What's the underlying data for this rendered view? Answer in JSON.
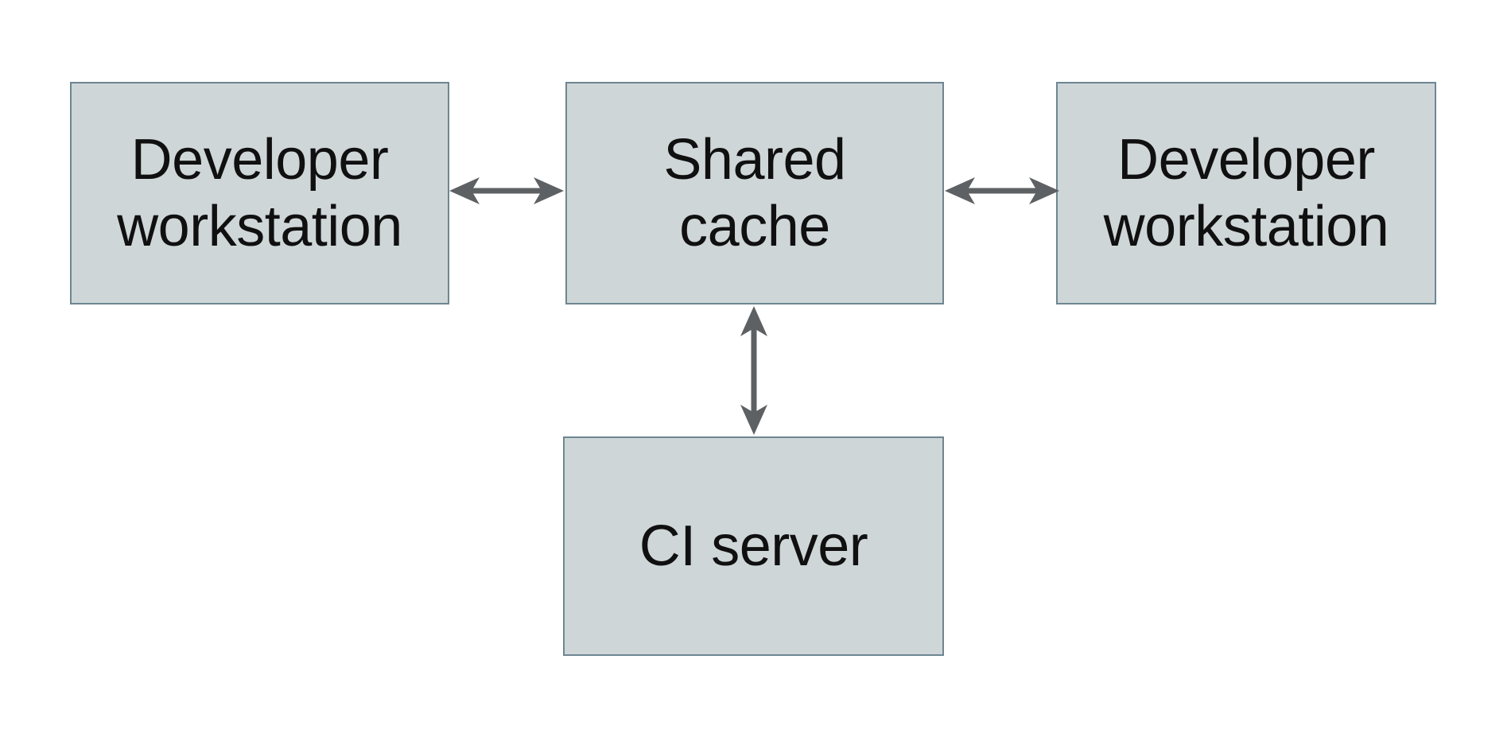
{
  "diagram": {
    "colors": {
      "canvas_bg": "#ffffff",
      "box_fill": "#cfd6d8",
      "box_border": "#6e8691",
      "arrow_color": "#5d6164",
      "text_color": "#101010"
    },
    "nodes": [
      {
        "id": "dev-left",
        "label": "Developer workstation",
        "lines": [
          "Developer",
          "workstation"
        ]
      },
      {
        "id": "shared-cache",
        "label": "Shared cache",
        "lines": [
          "Shared",
          "cache"
        ]
      },
      {
        "id": "dev-right",
        "label": "Developer workstation",
        "lines": [
          "Developer",
          "workstation"
        ]
      },
      {
        "id": "ci-server",
        "label": "CI server",
        "lines": [
          "CI server"
        ]
      }
    ],
    "edges": [
      {
        "from": "dev-left",
        "to": "shared-cache",
        "direction": "bidirectional"
      },
      {
        "from": "shared-cache",
        "to": "dev-right",
        "direction": "bidirectional"
      },
      {
        "from": "shared-cache",
        "to": "ci-server",
        "direction": "bidirectional"
      }
    ]
  }
}
